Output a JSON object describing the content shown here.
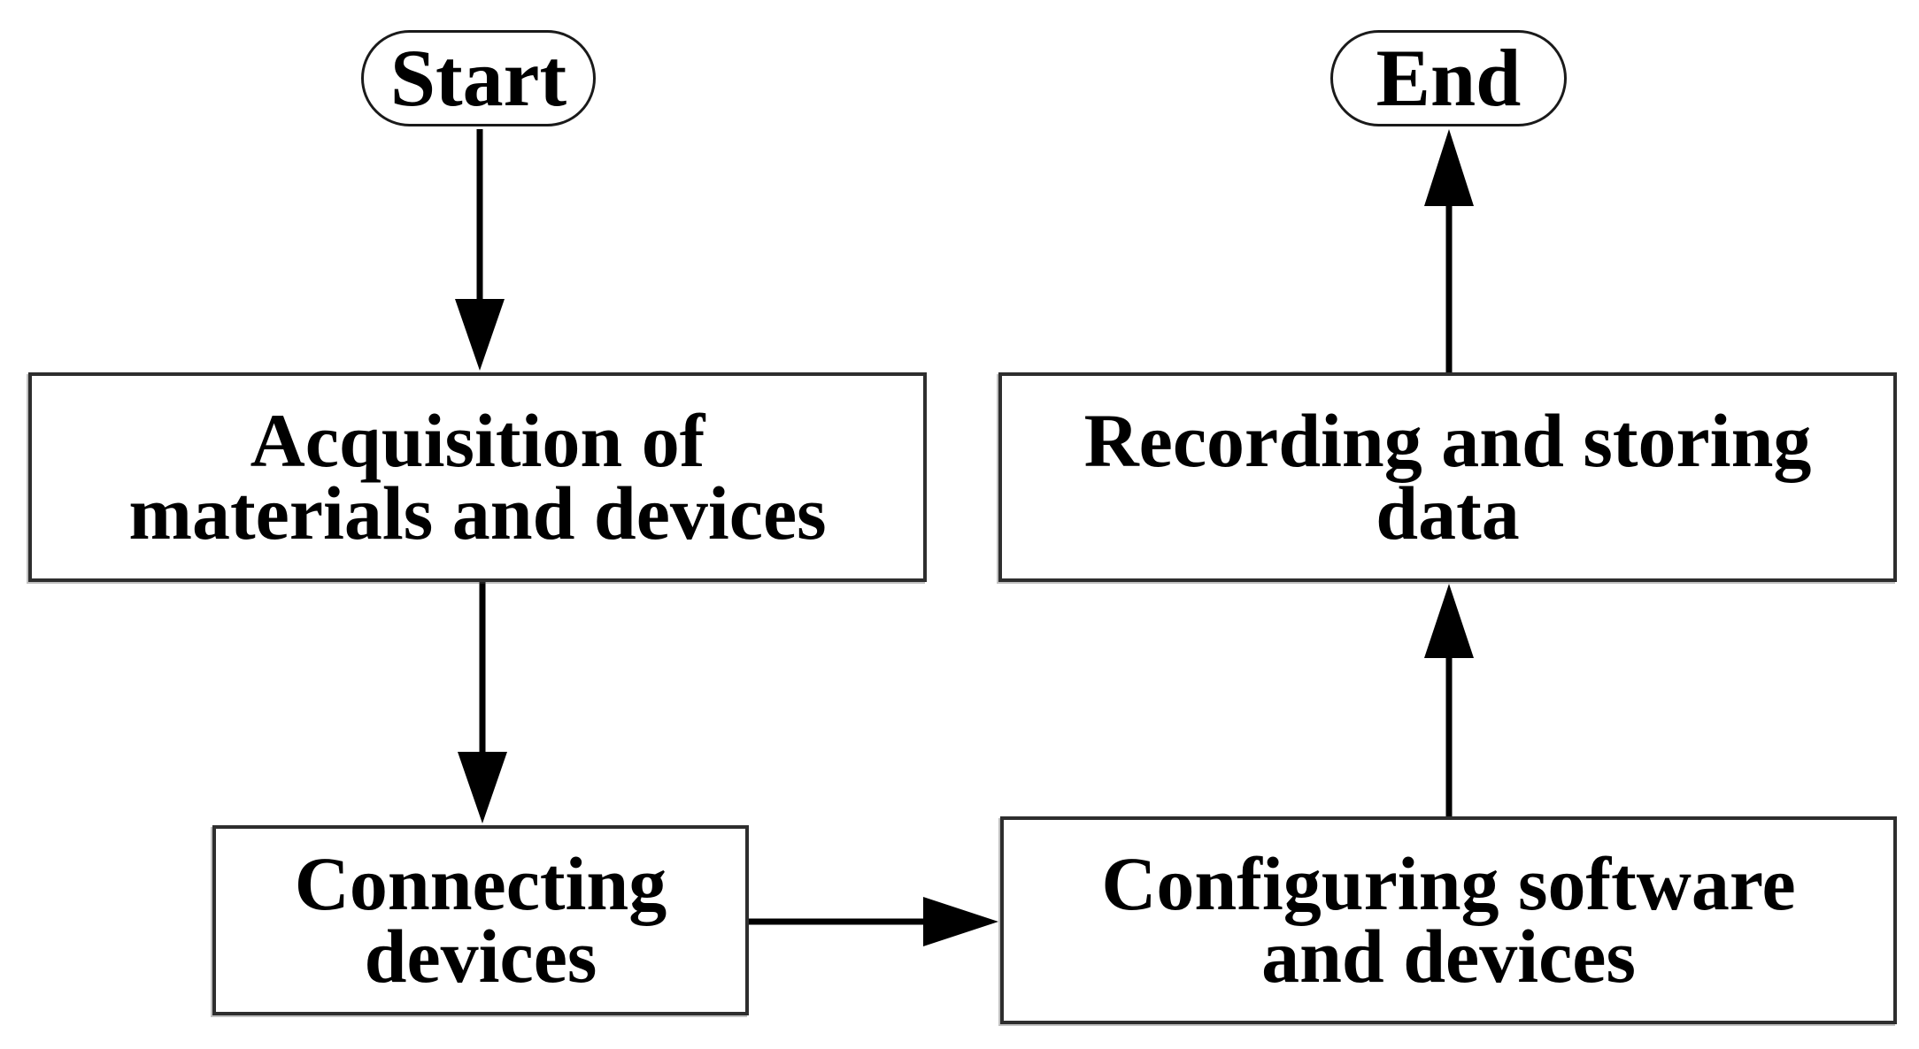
{
  "diagram": {
    "type": "flowchart",
    "background_color": "#ffffff",
    "line_color": "#000000",
    "box_border_color": "#2e2e2e",
    "text_color": "#000000",
    "nodes": {
      "start": {
        "label": "Start",
        "shape": "terminator"
      },
      "acquisition": {
        "label": "Acquisition of\nmaterials and devices",
        "shape": "process"
      },
      "connecting": {
        "label": "Connecting\ndevices",
        "shape": "process"
      },
      "configuring": {
        "label": "Configuring software\nand devices",
        "shape": "process"
      },
      "recording": {
        "label": "Recording and storing\ndata",
        "shape": "process"
      },
      "end": {
        "label": "End",
        "shape": "terminator"
      }
    },
    "edges": [
      {
        "from": "start",
        "to": "acquisition",
        "direction": "down"
      },
      {
        "from": "acquisition",
        "to": "connecting",
        "direction": "down"
      },
      {
        "from": "connecting",
        "to": "configuring",
        "direction": "right"
      },
      {
        "from": "configuring",
        "to": "recording",
        "direction": "up"
      },
      {
        "from": "recording",
        "to": "end",
        "direction": "up"
      }
    ]
  }
}
